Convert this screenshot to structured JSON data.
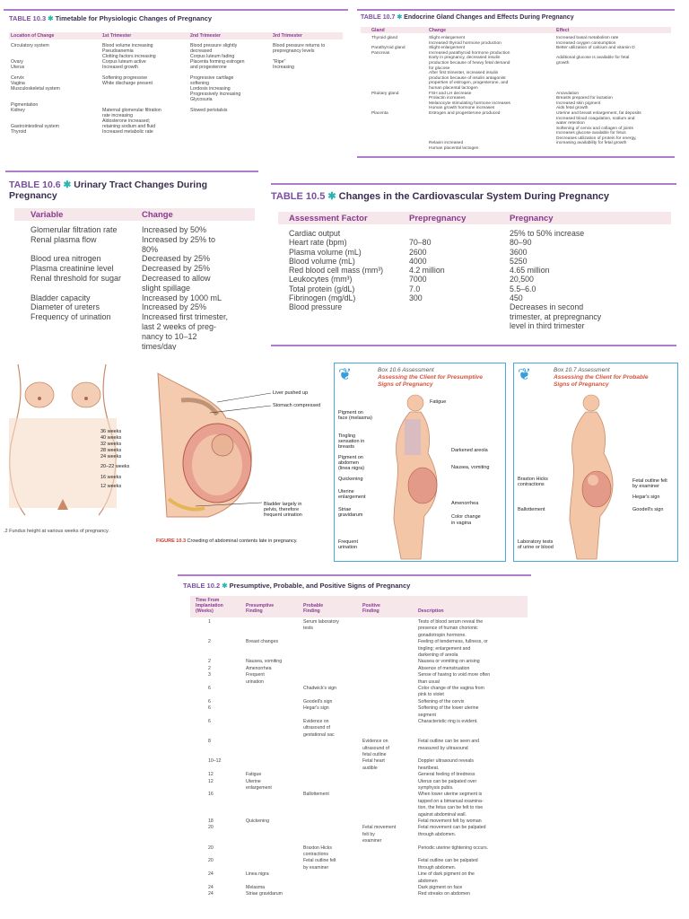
{
  "t103": {
    "label": "TABLE 10.3",
    "star": "✱",
    "title": "Timetable for Physiologic Changes of Pregnancy",
    "headers": [
      "Location of Change",
      "1st Trimester",
      "2nd Trimester",
      "3rd Trimester"
    ],
    "col0": [
      "Circulatory system",
      "",
      "",
      "Ovary",
      "Uterus",
      "",
      "Cervix",
      "Vagina",
      "Musculoskeletal system",
      "",
      "",
      "Pigmentation",
      "Kidney",
      "",
      "",
      "Gastrointestinal system",
      "Thyroid"
    ],
    "col1": [
      "Blood volume increasing",
      "Pseudoanemia",
      "Clotting factors increasing",
      "Corpus luteum active",
      "Increased growth",
      "",
      "Softening progressive",
      "White discharge present",
      "",
      "",
      "",
      "",
      "Maternal glomerular filtration",
      "  rate increasing",
      "Aldosterone increased;",
      "  retaining sodium and fluid",
      "Increased metabolic rate"
    ],
    "col2": [
      "Blood pressure slightly",
      "  decreased",
      "Corpus luteum fading",
      "Placenta forming estrogen",
      "  and progesterone",
      "",
      "Progressive cartilage",
      "  softening",
      "Lordosis increasing",
      "Progressively increasing",
      "Glycosuria",
      "",
      "Slowed peristalsis"
    ],
    "col3": [
      "Blood pressure returns to",
      "  prepregnancy levels",
      "",
      "\"Ripe\"",
      "Increasing"
    ]
  },
  "t107": {
    "label": "TABLE 10.7",
    "star": "✱",
    "title": "Endocrine Gland Changes and Effects During Pregnancy",
    "headers": [
      "Gland",
      "Change",
      "Effect"
    ],
    "col0": [
      "Thyroid gland",
      "",
      "Parathyroid gland",
      "Pancreas",
      "",
      "",
      "",
      "",
      "",
      "",
      "",
      "Pituitary gland",
      "",
      "",
      "",
      "Placenta",
      "",
      "",
      "",
      "",
      "",
      "",
      ""
    ],
    "col1": [
      "Slight enlargement",
      "Increased thyroid hormone production",
      "Slight enlargement",
      "Increased parathyroid hormone production",
      "Early in pregnancy, decreased insulin",
      "  production because of heavy fetal demand",
      "  for glucose",
      "After first trimester, increased insulin",
      "  production because of insulin antagonist",
      "  properties of estrogen, progesterone, and",
      "  human placental lactogen",
      "FSH and LH decrease",
      "Prolactin increases",
      "Melanocyte stimulating hormone increases",
      "Human growth hormone increases",
      "Estrogen and progesterone produced",
      "",
      "",
      "",
      "",
      "",
      "Relaxin increased",
      "Human placental lactogen"
    ],
    "col2": [
      "Increased basal metabolism rate",
      "Increased oxygen consumption",
      "Better utilization of calcium and vitamin D",
      "",
      "Additional glucose is available for fetal",
      "  growth",
      "",
      "",
      "",
      "",
      "",
      "Anovulation",
      "Breasts prepared for lactation",
      "Increased skin pigment",
      "Aids fetal growth",
      "Uterine and breast enlargement, fat deposits",
      "Increased blood coagulation, sodium and",
      "  water retention",
      "Softening of cervix and collagen of joints",
      "Increases glucose available for fetus",
      "Decreases utilization of protein for energy,",
      "  increasing availability for fetal growth"
    ]
  },
  "t106": {
    "label": "TABLE 10.6",
    "star": "✱",
    "title_line1": "Urinary Tract Changes During",
    "title_line2": "Pregnancy",
    "headers": [
      "Variable",
      "Change"
    ],
    "col0": [
      "Glomerular filtration rate",
      "Renal plasma flow",
      "",
      "Blood urea nitrogen",
      "Plasma creatinine level",
      "Renal threshold for sugar",
      "",
      "Bladder capacity",
      "Diameter of ureters",
      "Frequency of urination"
    ],
    "col1": [
      "Increased by 50%",
      "Increased by 25% to",
      "  80%",
      "Decreased by 25%",
      "Decreased by 25%",
      "Decreased to allow",
      "  slight spillage",
      "Increased by 1000 mL",
      "Increased by 25%",
      "Increased first trimester,",
      "  last 2 weeks of preg-",
      "  nancy to 10–12",
      "  times/day"
    ]
  },
  "t105": {
    "label": "TABLE 10.5",
    "star": "✱",
    "title": "Changes in the Cardiovascular System During Pregnancy",
    "headers": [
      "Assessment Factor",
      "Prepregnancy",
      "Pregnancy"
    ],
    "col0": [
      "Cardiac output",
      "Heart rate (bpm)",
      "Plasma volume (mL)",
      "Blood volume (mL)",
      "Red blood cell mass (mm³)",
      "Leukocytes (mm³)",
      "Total protein (g/dL)",
      "Fibrinogen (mg/dL)",
      "Blood pressure"
    ],
    "col1": [
      "",
      "70–80",
      "2600",
      "4000",
      "4.2 million",
      "7000",
      "7.0",
      "300",
      ""
    ],
    "col2": [
      "25% to 50% increase",
      "80–90",
      "3600",
      "5250",
      "4.65 million",
      "20,500",
      "5.5–6.0",
      "450",
      "Decreases in second",
      "  trimester, at prepregnancy",
      "  level in third trimester"
    ]
  },
  "fig102": {
    "weeks": [
      "36 weeks",
      "40 weeks",
      "32 weeks",
      "28 weeks",
      "24 weeks",
      "20–22 weeks",
      "16 weeks",
      "12 weeks"
    ],
    "caption": ".2 Fundus height at various weeks of pregnancy."
  },
  "fig103": {
    "labels": [
      "Liver pushed up",
      "Stomach compressed",
      "Bladder largely in",
      "pelvis, therefore",
      "frequent urination"
    ],
    "caption_label": "FIGURE 10.3",
    "caption": " Crowding of abdominal contents late in pregnancy."
  },
  "box106": {
    "label": "Box 10.6 Assessment",
    "title1": "Assessing the Client for Presumptive",
    "title2": "Signs of Pregnancy",
    "left_labels": [
      "Pigment on",
      "face (melasma)",
      "Tingling",
      "sensation in",
      "breasts",
      "Pigment on",
      "abdomen",
      "(linea nigra)",
      "Quickening",
      "Uterine",
      "enlargement",
      "Striae",
      "gravidarum",
      "Frequent",
      "urination"
    ],
    "right_labels": [
      "Fatigue",
      "Darkened areola",
      "Nausea, vomiting",
      "Amenorrhea",
      "Color change",
      "in vagina"
    ]
  },
  "box107": {
    "label": "Box 10.7 Assessment",
    "title1": "Assessing the Client for Probable",
    "title2": "Signs of Pregnancy",
    "left_labels": [
      "Braxton Hicks",
      "contractions",
      "Ballottement",
      "Laboratory tests",
      "of urine or blood"
    ],
    "right_labels": [
      "Fetal outline felt",
      "by examiner",
      "Hegar's sign",
      "Goodell's sign"
    ]
  },
  "t102": {
    "label": "TABLE 10.2",
    "star": "✱",
    "title": "Presumptive, Probable, and Positive Signs of Pregnancy",
    "headers": [
      "Time From",
      "Implantation",
      "(Weeks)",
      "Presumptive",
      "Finding",
      "Probable",
      "Finding",
      "Positive",
      "Finding",
      "Description"
    ],
    "rows": [
      {
        "w": "1",
        "pre": "",
        "pro": "Serum laboratory",
        "pos": "",
        "d": "Tests of blood serum reveal the"
      },
      {
        "w": "",
        "pre": "",
        "pro": "  tests",
        "pos": "",
        "d": "  presence of human chorionic"
      },
      {
        "w": "",
        "pre": "",
        "pro": "",
        "pos": "",
        "d": "  gonadotropin hormone."
      },
      {
        "w": "2",
        "pre": "Breast changes",
        "pro": "",
        "pos": "",
        "d": "Feeling of tenderness, fullness, or"
      },
      {
        "w": "",
        "pre": "",
        "pro": "",
        "pos": "",
        "d": "  tingling; enlargement and"
      },
      {
        "w": "",
        "pre": "",
        "pro": "",
        "pos": "",
        "d": "  darkening of areola"
      },
      {
        "w": "2",
        "pre": "Nausea, vomiting",
        "pro": "",
        "pos": "",
        "d": "Nausea or vomiting on arising"
      },
      {
        "w": "2",
        "pre": "Amenorrhea",
        "pro": "",
        "pos": "",
        "d": "Absence of menstruation"
      },
      {
        "w": "3",
        "pre": "Frequent",
        "pro": "",
        "pos": "",
        "d": "Sense of having to void more often"
      },
      {
        "w": "",
        "pre": "  urination",
        "pro": "",
        "pos": "",
        "d": "  than usual"
      },
      {
        "w": "6",
        "pre": "",
        "pro": "Chadwick's sign",
        "pos": "",
        "d": "Color change of the vagina from"
      },
      {
        "w": "",
        "pre": "",
        "pro": "",
        "pos": "",
        "d": "  pink to violet"
      },
      {
        "w": "6",
        "pre": "",
        "pro": "Goodell's sign",
        "pos": "",
        "d": "Softening of the cervix"
      },
      {
        "w": "6",
        "pre": "",
        "pro": "Hegar's sign",
        "pos": "",
        "d": "Softening of the lower uterine"
      },
      {
        "w": "",
        "pre": "",
        "pro": "",
        "pos": "",
        "d": "  segment"
      },
      {
        "w": "6",
        "pre": "",
        "pro": "Evidence on",
        "pos": "",
        "d": "Characteristic ring is evident."
      },
      {
        "w": "",
        "pre": "",
        "pro": "  ultrasound of",
        "pos": "",
        "d": ""
      },
      {
        "w": "",
        "pre": "",
        "pro": "  gestational sac",
        "pos": "",
        "d": ""
      },
      {
        "w": "8",
        "pre": "",
        "pro": "",
        "pos": "Evidence on",
        "d": "Fetal outline can be seen and"
      },
      {
        "w": "",
        "pre": "",
        "pro": "",
        "pos": "  ultrasound of",
        "d": "  measured by ultrasound"
      },
      {
        "w": "",
        "pre": "",
        "pro": "",
        "pos": "  fetal outline",
        "d": ""
      },
      {
        "w": "10–12",
        "pre": "",
        "pro": "",
        "pos": "Fetal heart",
        "d": "Doppler ultrasound reveals"
      },
      {
        "w": "",
        "pre": "",
        "pro": "",
        "pos": "  audible",
        "d": "  heartbeat."
      },
      {
        "w": "12",
        "pre": "Fatigue",
        "pro": "",
        "pos": "",
        "d": "General feeling of tiredness"
      },
      {
        "w": "12",
        "pre": "Uterine",
        "pro": "",
        "pos": "",
        "d": "Uterus can be palpated over"
      },
      {
        "w": "",
        "pre": "  enlargement",
        "pro": "",
        "pos": "",
        "d": "  symphysis pubis."
      },
      {
        "w": "16",
        "pre": "",
        "pro": "Ballottement",
        "pos": "",
        "d": "When lower uterine segment is"
      },
      {
        "w": "",
        "pre": "",
        "pro": "",
        "pos": "",
        "d": "  tapped on a bimanual examina-"
      },
      {
        "w": "",
        "pre": "",
        "pro": "",
        "pos": "",
        "d": "  tion, the fetus can be felt to rise"
      },
      {
        "w": "",
        "pre": "",
        "pro": "",
        "pos": "",
        "d": "  against abdominal wall."
      },
      {
        "w": "18",
        "pre": "Quickening",
        "pro": "",
        "pos": "",
        "d": "Fetal movement felt by woman"
      },
      {
        "w": "20",
        "pre": "",
        "pro": "",
        "pos": "Fetal movement",
        "d": "Fetal movement can be palpated"
      },
      {
        "w": "",
        "pre": "",
        "pro": "",
        "pos": "  felt by",
        "d": "  through abdomen."
      },
      {
        "w": "",
        "pre": "",
        "pro": "",
        "pos": "  examiner",
        "d": ""
      },
      {
        "w": "20",
        "pre": "",
        "pro": "Braxton Hicks",
        "pos": "",
        "d": "Periodic uterine tightening occurs."
      },
      {
        "w": "",
        "pre": "",
        "pro": "  contractions",
        "pos": "",
        "d": ""
      },
      {
        "w": "20",
        "pre": "",
        "pro": "Fetal outline felt",
        "pos": "",
        "d": "Fetal outline can be palpated"
      },
      {
        "w": "",
        "pre": "",
        "pro": "  by examiner",
        "pos": "",
        "d": "  through abdomen."
      },
      {
        "w": "24",
        "pre": "Linea nigra",
        "pro": "",
        "pos": "",
        "d": "Line of dark pigment on the"
      },
      {
        "w": "",
        "pre": "",
        "pro": "",
        "pos": "",
        "d": "  abdomen"
      },
      {
        "w": "24",
        "pre": "Melasma",
        "pro": "",
        "pos": "",
        "d": "Dark pigment on face"
      },
      {
        "w": "24",
        "pre": "Striae gravidarum",
        "pro": "",
        "pos": "",
        "d": "Red streaks on abdomen"
      }
    ]
  },
  "colors": {
    "purple": "#8a3a90",
    "teal": "#2bb5b0",
    "shade": "#f5e7ea",
    "box_border": "#4aa8d8",
    "box_title": "#d2543c"
  }
}
